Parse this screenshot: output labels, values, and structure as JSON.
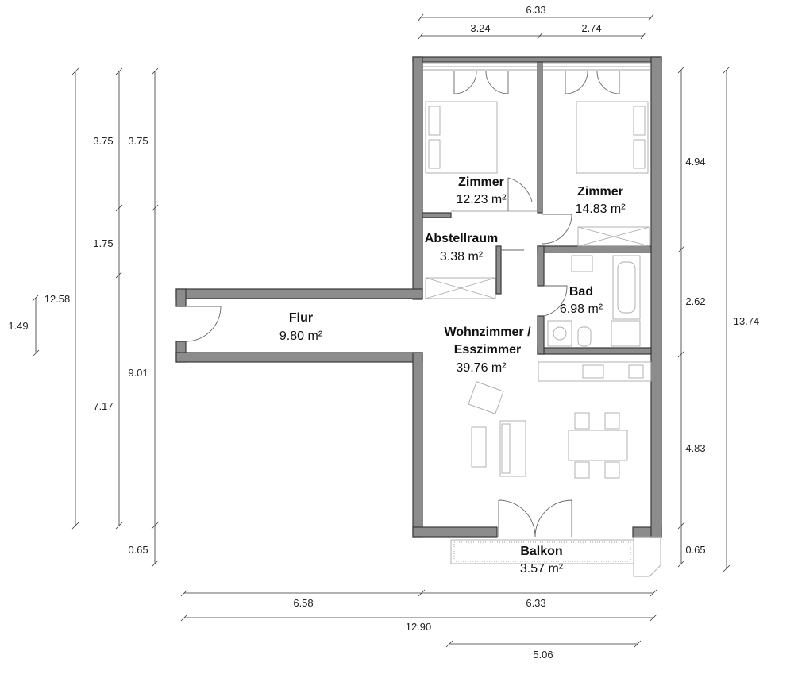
{
  "rooms": {
    "zimmer1": {
      "name": "Zimmer",
      "area": "12.23 m²"
    },
    "zimmer2": {
      "name": "Zimmer",
      "area": "14.83 m²"
    },
    "abstellraum": {
      "name": "Abstellraum",
      "area": "3.38 m²"
    },
    "flur": {
      "name": "Flur",
      "area": "9.80 m²"
    },
    "bad": {
      "name": "Bad",
      "area": "6.98 m²"
    },
    "wohnzimmer": {
      "name_line1": "Wohnzimmer /",
      "name_line2": "Esszimmer",
      "area": "39.76 m²"
    },
    "balkon": {
      "name": "Balkon",
      "area": "3.57 m²"
    }
  },
  "dimensions": {
    "top_total": "6.33",
    "top_left": "3.24",
    "top_right": "2.74",
    "left_outer_total": "12.58",
    "left_a_top": "3.75",
    "left_a_mid": "1.75",
    "left_a_bottom": "7.17",
    "left_b_top": "3.75",
    "left_b_mid": "9.01",
    "left_b_bottom": "0.65",
    "left_flur_depth": "1.49",
    "right_total": "13.74",
    "right_top": "4.94",
    "right_mid": "2.62",
    "right_bottom": "4.83",
    "right_balkon": "0.65",
    "bottom_left": "6.58",
    "bottom_right": "6.33",
    "bottom_total": "12.90",
    "bottom_balkon": "5.06"
  }
}
